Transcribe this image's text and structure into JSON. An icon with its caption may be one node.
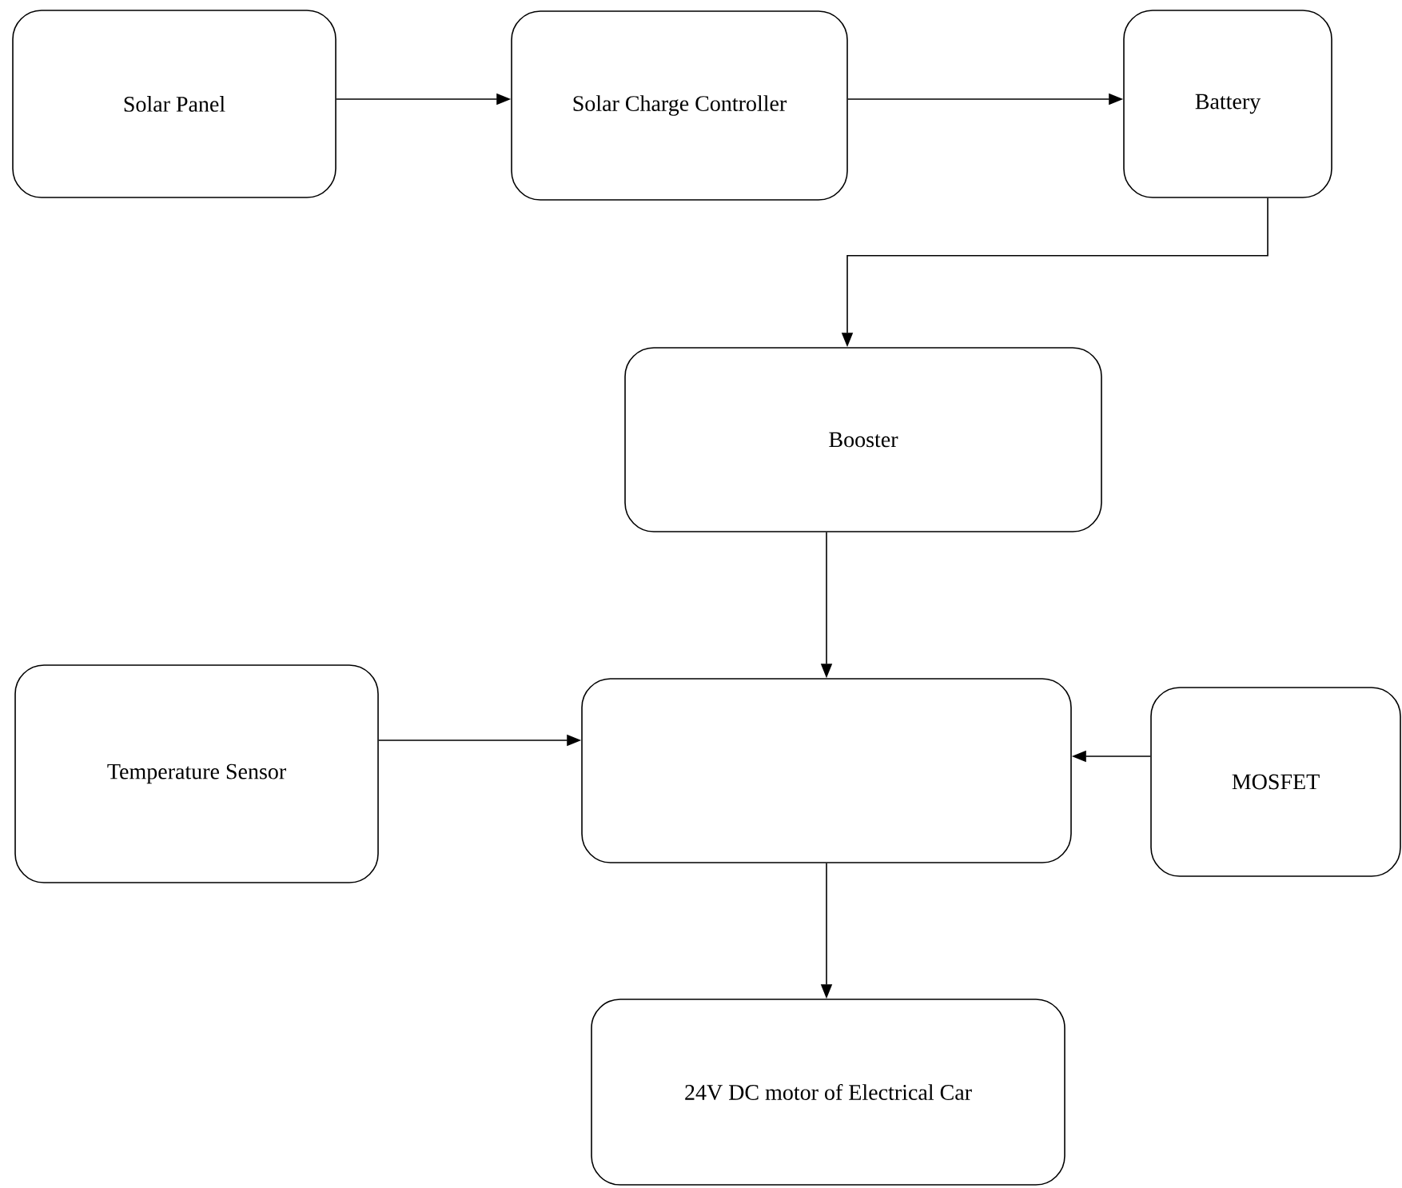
{
  "diagram": {
    "nodes": [
      {
        "text": [
          "Solar Panel"
        ]
      },
      {
        "text": [
          "Solar Charge Controller"
        ]
      },
      {
        "text": [
          "Battery"
        ]
      },
      {
        "text": [
          "Booster"
        ]
      },
      {
        "text": [],
        "shape": "box"
      },
      {
        "text": [
          "Temperature Sensor"
        ]
      },
      {
        "text": [
          "MOSFET"
        ]
      },
      {
        "text": [
          "24V DC motor of Electrical Car"
        ]
      }
    ],
    "edges": [
      {
        "from": 0,
        "to": 1,
        "arrow": "to"
      },
      {
        "from": 1,
        "to": 2,
        "arrow": "to"
      },
      {
        "from": 2,
        "to": 3,
        "arrow": "to"
      },
      {
        "from": 3,
        "to": 4,
        "arrow": "to"
      },
      {
        "from": 5,
        "to": 4,
        "arrow": "to"
      },
      {
        "from": 6,
        "to": 4,
        "arrow": "to"
      },
      {
        "from": 4,
        "to": 7,
        "arrow": "to"
      }
    ]
  }
}
